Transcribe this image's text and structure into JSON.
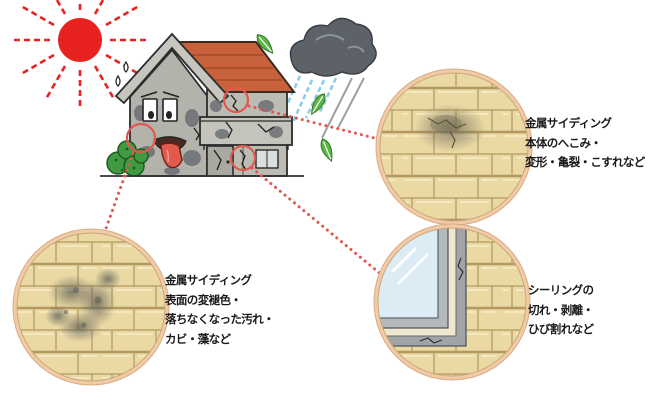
{
  "callouts": {
    "siding_damage": {
      "lines": [
        "金属サイディング",
        "本体のへこみ・",
        "変形・亀裂・こすれなど"
      ]
    },
    "siding_surface": {
      "lines": [
        "金属サイディング",
        "表面の変褪色・",
        "落ちなくなった汚れ・",
        "カビ・藻など"
      ]
    },
    "sealing": {
      "lines": [
        "シーリングの",
        "切れ・剥離・",
        "ひび割れなど"
      ]
    }
  },
  "icons": {
    "sun": "sun-icon",
    "cloud": "rain-cloud-icon",
    "leaf": "leaf-icon",
    "house": "weathered-house-icon",
    "bush": "bush-icon"
  },
  "colors": {
    "sun": "#e8231f",
    "roof": "#c8623c",
    "wall": "#b3b3ab",
    "stain": "#6c7073",
    "leaf": "#5cb648",
    "bush": "#3f9a42",
    "cloud": "#5c6268",
    "rain": "#8ccbe9",
    "tongue": "#e25a4c",
    "marker": "#e2574f",
    "siding": "#ead9a3",
    "glass": "#dcecf5"
  }
}
